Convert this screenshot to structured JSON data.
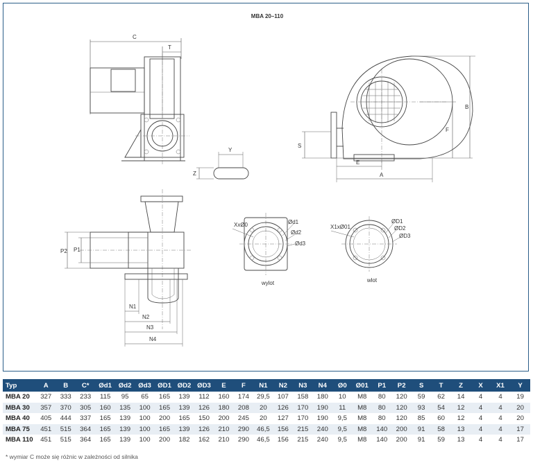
{
  "drawing": {
    "title": "MBA 20–110",
    "dim_labels": {
      "C": "C",
      "T": "T",
      "B": "B",
      "F": "F",
      "S": "S",
      "E": "E",
      "A": "A",
      "Y": "Y",
      "Z": "Z",
      "P1": "P1",
      "P2": "P2",
      "N1": "N1",
      "N2": "N2",
      "N3": "N3",
      "N4": "N4",
      "outlet_bolt": "XxØ0",
      "outlet_d1": "Ød1",
      "outlet_d2": "Ød2",
      "outlet_d3": "Ød3",
      "inlet_bolt": "X1xØ01",
      "inlet_D1": "ØD1",
      "inlet_D2": "ØD2",
      "inlet_D3": "ØD3"
    },
    "outlet_caption": "wylot",
    "inlet_caption": "wlot"
  },
  "table": {
    "headers": [
      "Typ",
      "A",
      "B",
      "C*",
      "Ød1",
      "Ød2",
      "Ød3",
      "ØD1",
      "ØD2",
      "ØD3",
      "E",
      "F",
      "N1",
      "N2",
      "N3",
      "N4",
      "Ø0",
      "Ø01",
      "P1",
      "P2",
      "S",
      "T",
      "Z",
      "X",
      "X1",
      "Y"
    ],
    "rows": [
      [
        "MBA 20",
        "327",
        "333",
        "233",
        "115",
        "95",
        "65",
        "165",
        "139",
        "112",
        "160",
        "174",
        "29,5",
        "107",
        "158",
        "180",
        "10",
        "M8",
        "80",
        "120",
        "59",
        "62",
        "14",
        "4",
        "4",
        "19"
      ],
      [
        "MBA 30",
        "357",
        "370",
        "305",
        "160",
        "135",
        "100",
        "165",
        "139",
        "126",
        "180",
        "208",
        "20",
        "126",
        "170",
        "190",
        "11",
        "M8",
        "80",
        "120",
        "93",
        "54",
        "12",
        "4",
        "4",
        "20"
      ],
      [
        "MBA 40",
        "405",
        "444",
        "337",
        "165",
        "139",
        "100",
        "200",
        "165",
        "150",
        "200",
        "245",
        "20",
        "127",
        "170",
        "190",
        "9,5",
        "M8",
        "80",
        "120",
        "85",
        "60",
        "12",
        "4",
        "4",
        "20"
      ],
      [
        "MBA 75",
        "451",
        "515",
        "364",
        "165",
        "139",
        "100",
        "165",
        "139",
        "126",
        "210",
        "290",
        "46,5",
        "156",
        "215",
        "240",
        "9,5",
        "M8",
        "140",
        "200",
        "91",
        "58",
        "13",
        "4",
        "4",
        "17"
      ],
      [
        "MBA 110",
        "451",
        "515",
        "364",
        "165",
        "139",
        "100",
        "200",
        "182",
        "162",
        "210",
        "290",
        "46,5",
        "156",
        "215",
        "240",
        "9,5",
        "M8",
        "140",
        "200",
        "91",
        "59",
        "13",
        "4",
        "4",
        "17"
      ]
    ]
  },
  "footnote": "* wymiar C może się różnic w zależności od silnika"
}
